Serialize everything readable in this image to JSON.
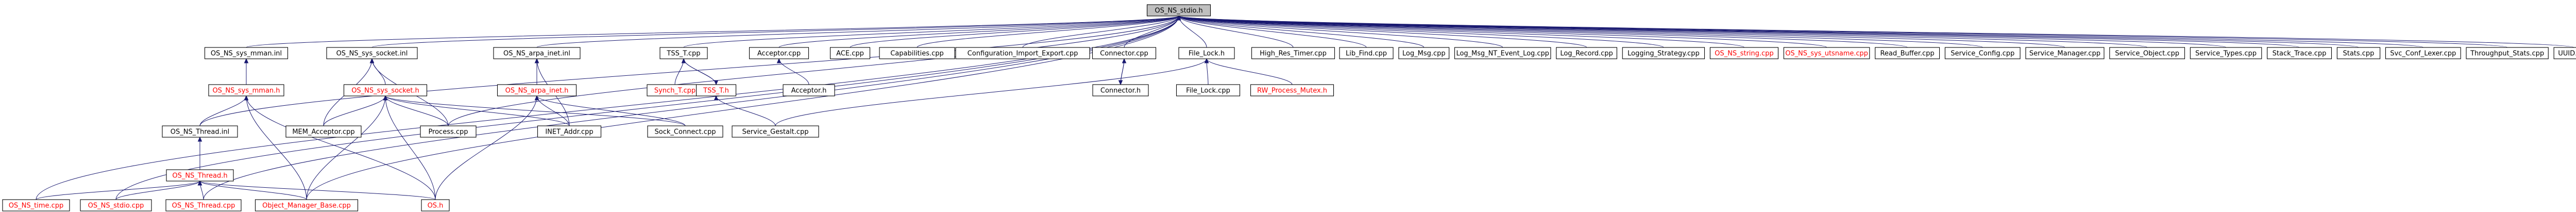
{
  "graph": {
    "colors": {
      "edge": "#191970",
      "root_fill": "#bfbfbf",
      "box_fill": "#ffffff",
      "text_default": "#000000",
      "text_highlight": "#ff0000"
    },
    "nodes": [
      {
        "id": "root",
        "label": "OS_NS_stdio.h",
        "style": "root"
      },
      {
        "id": "mman_inl",
        "label": "OS_NS_sys_mman.inl"
      },
      {
        "id": "sock_inl",
        "label": "OS_NS_sys_socket.inl"
      },
      {
        "id": "arpa_inl",
        "label": "OS_NS_arpa_inet.inl"
      },
      {
        "id": "tss_cpp",
        "label": "TSS_T.cpp"
      },
      {
        "id": "acceptor_cpp",
        "label": "Acceptor.cpp"
      },
      {
        "id": "ace_cpp",
        "label": "ACE.cpp"
      },
      {
        "id": "caps_cpp",
        "label": "Capabilities.cpp"
      },
      {
        "id": "config_cpp",
        "label": "Configuration_Import_Export.cpp"
      },
      {
        "id": "connector_cpp",
        "label": "Connector.cpp"
      },
      {
        "id": "filelock_h",
        "label": "File_Lock.h"
      },
      {
        "id": "hrt_cpp",
        "label": "High_Res_Timer.cpp"
      },
      {
        "id": "libfind_cpp",
        "label": "Lib_Find.cpp"
      },
      {
        "id": "logmsg_cpp",
        "label": "Log_Msg.cpp"
      },
      {
        "id": "logmsgnt_cpp",
        "label": "Log_Msg_NT_Event_Log.cpp"
      },
      {
        "id": "logrec_cpp",
        "label": "Log_Record.cpp"
      },
      {
        "id": "logstrat_cpp",
        "label": "Logging_Strategy.cpp"
      },
      {
        "id": "string_cpp",
        "label": "OS_NS_string.cpp",
        "highlight": true
      },
      {
        "id": "uname_cpp",
        "label": "OS_NS_sys_utsname.cpp",
        "highlight": true
      },
      {
        "id": "readbuf_cpp",
        "label": "Read_Buffer.cpp"
      },
      {
        "id": "svcconf_cpp",
        "label": "Service_Config.cpp"
      },
      {
        "id": "svcmgr_cpp",
        "label": "Service_Manager.cpp"
      },
      {
        "id": "svcobj_cpp",
        "label": "Service_Object.cpp"
      },
      {
        "id": "svctypes_cpp",
        "label": "Service_Types.cpp"
      },
      {
        "id": "stack_cpp",
        "label": "Stack_Trace.cpp"
      },
      {
        "id": "stats_cpp",
        "label": "Stats.cpp"
      },
      {
        "id": "svcconflex_cpp",
        "label": "Svc_Conf_Lexer.cpp"
      },
      {
        "id": "thrstats_cpp",
        "label": "Throughput_Stats.cpp"
      },
      {
        "id": "uuid_cpp",
        "label": "UUID.cpp"
      },
      {
        "id": "mman_h",
        "label": "OS_NS_sys_mman.h",
        "highlight": true
      },
      {
        "id": "sock_h",
        "label": "OS_NS_sys_socket.h",
        "highlight": true
      },
      {
        "id": "arpa_h",
        "label": "OS_NS_arpa_inet.h",
        "highlight": true
      },
      {
        "id": "synch_cpp",
        "label": "Synch_T.cpp",
        "highlight": true
      },
      {
        "id": "tss_h",
        "label": "TSS_T.h",
        "highlight": true
      },
      {
        "id": "acceptor_h",
        "label": "Acceptor.h"
      },
      {
        "id": "connector_h",
        "label": "Connector.h"
      },
      {
        "id": "filelock_cpp",
        "label": "File_Lock.cpp"
      },
      {
        "id": "rwmutex_h",
        "label": "RW_Process_Mutex.h",
        "highlight": true
      },
      {
        "id": "thread_inl",
        "label": "OS_NS_Thread.inl"
      },
      {
        "id": "mem_cpp",
        "label": "MEM_Acceptor.cpp"
      },
      {
        "id": "process_cpp",
        "label": "Process.cpp"
      },
      {
        "id": "inet_cpp",
        "label": "INET_Addr.cpp"
      },
      {
        "id": "sockconn_cpp",
        "label": "Sock_Connect.cpp"
      },
      {
        "id": "gestalt_cpp",
        "label": "Service_Gestalt.cpp"
      },
      {
        "id": "thread_h",
        "label": "OS_NS_Thread.h",
        "highlight": true
      },
      {
        "id": "time_cpp",
        "label": "OS_NS_time.cpp",
        "highlight": true
      },
      {
        "id": "stdio_cpp",
        "label": "OS_NS_stdio.cpp",
        "highlight": true
      },
      {
        "id": "thread_cpp",
        "label": "OS_NS_Thread.cpp",
        "highlight": true
      },
      {
        "id": "objmgr_cpp",
        "label": "Object_Manager_Base.cpp",
        "highlight": true
      },
      {
        "id": "os_h",
        "label": "OS.h",
        "highlight": true
      }
    ]
  }
}
